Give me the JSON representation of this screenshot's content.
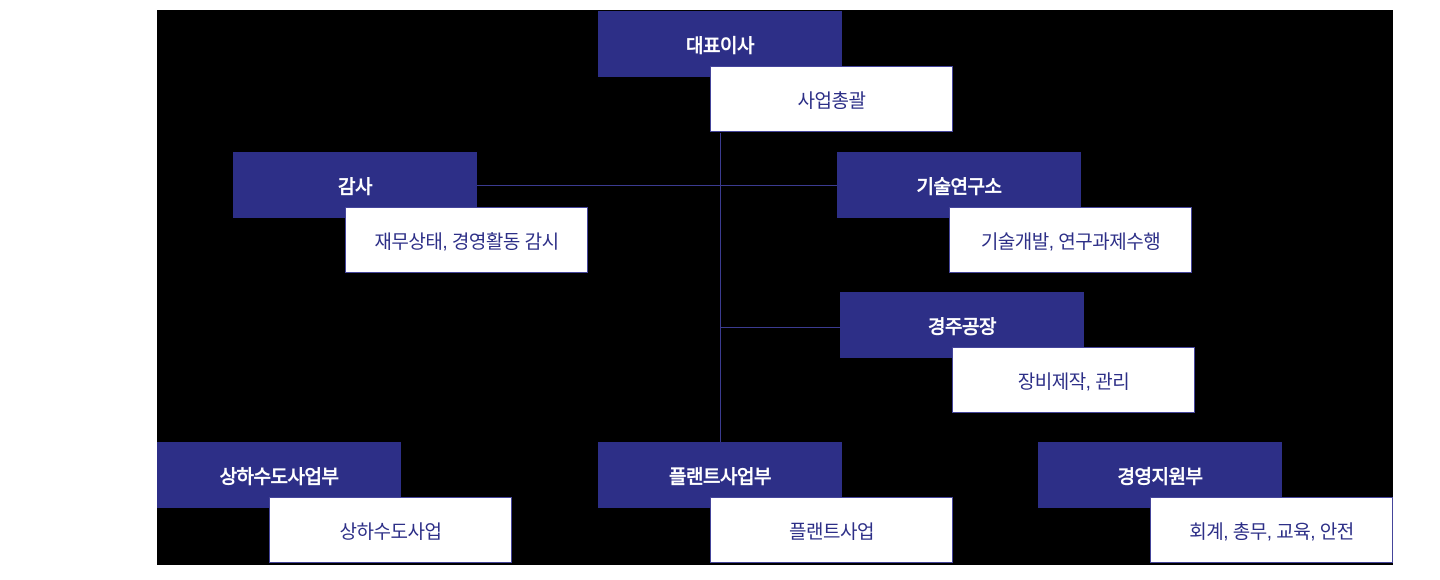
{
  "org_chart": {
    "nodes": [
      {
        "id": "ceo",
        "title": "대표이사",
        "desc": "사업총괄"
      },
      {
        "id": "audit",
        "title": "감사",
        "desc": "재무상태, 경영활동 감시"
      },
      {
        "id": "tech-research",
        "title": "기술연구소",
        "desc": "기술개발, 연구과제수행"
      },
      {
        "id": "gyeongju-factory",
        "title": "경주공장",
        "desc": "장비제작, 관리"
      },
      {
        "id": "water-division",
        "title": "상하수도사업부",
        "desc": "상하수도사업"
      },
      {
        "id": "plant-division",
        "title": "플랜트사업부",
        "desc": "플랜트사업"
      },
      {
        "id": "management-support",
        "title": "경영지원부",
        "desc": "회계, 총무, 교육, 안전"
      }
    ],
    "colors": {
      "box_blue": "#2d2f87",
      "box_title_text": "#ffffff",
      "desc_text": "#2d2f87",
      "desc_border": "#45459b",
      "connector_line": "#3b3b90",
      "canvas_background": "#000000",
      "page_background": "#ffffff"
    }
  }
}
